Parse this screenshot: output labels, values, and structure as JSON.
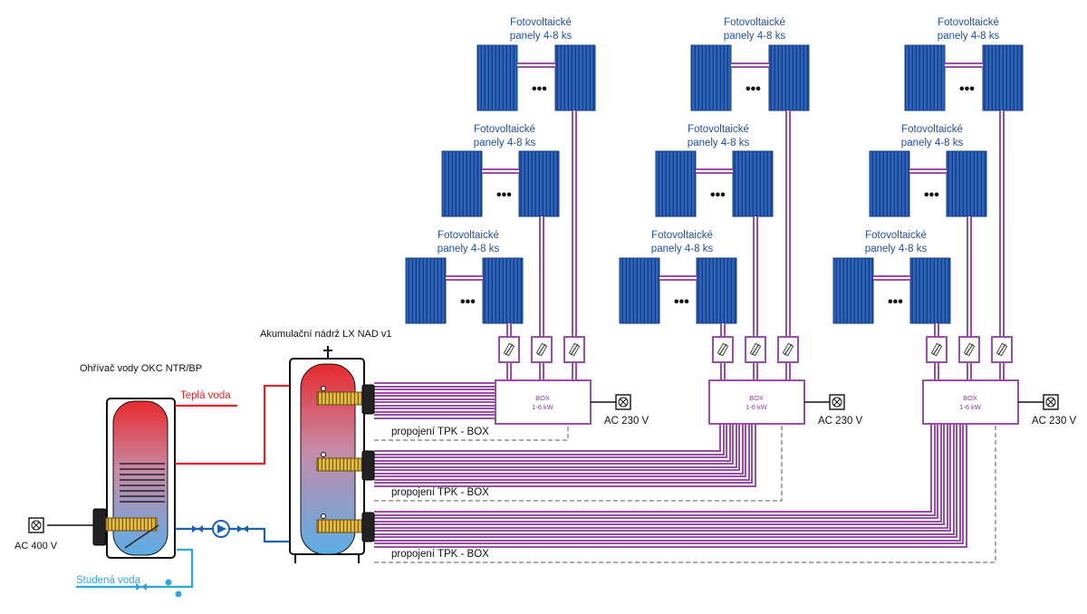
{
  "labels": {
    "pv_panel_title": "Fotovoltaické",
    "pv_panel_count": "panely 4-8 ks",
    "dots": "•••",
    "heater": "Ohřívač vody OKC NTR/BP",
    "tank": "Akumulační nádrž LX NAD v1",
    "hot_water": "Teplá voda",
    "cold_water": "Studená voda",
    "ac400": "AC 400 V",
    "ac230": "AC 230 V",
    "box_title": "BOX",
    "box_power": "1-6 kW",
    "tpk_link": "propojení TPK - BOX"
  },
  "colors": {
    "panel_blue": "#2a5db0",
    "panel_stripe": "#16367a",
    "purple": "#9a4ea9",
    "hot_red": "#e0242a",
    "cold_blue": "#2aa6e0",
    "pump_blue": "#1a5fb8",
    "pv_text": "#1f4fa6",
    "coil_gold": "#d9b13a"
  },
  "groups": 3,
  "panel_rows_per_group": 3,
  "boxes_per_group": 1
}
